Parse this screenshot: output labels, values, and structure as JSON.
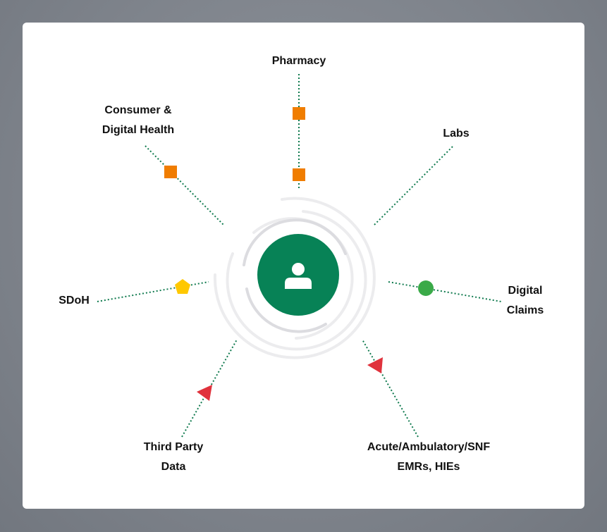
{
  "sources": [
    {
      "id": "pharmacy",
      "lines": [
        "Pharmacy"
      ]
    },
    {
      "id": "consumer-digital-health",
      "lines": [
        "Consumer &",
        "Digital Health"
      ]
    },
    {
      "id": "labs",
      "lines": [
        "Labs"
      ]
    },
    {
      "id": "sdoh",
      "lines": [
        "SDoH"
      ]
    },
    {
      "id": "digital-claims",
      "lines": [
        "Digital",
        "Claims"
      ]
    },
    {
      "id": "third-party-data",
      "lines": [
        "Third Party",
        "Data"
      ]
    },
    {
      "id": "acute-ambulatory-snf",
      "lines": [
        "Acute/Ambulatory/SNF",
        "EMRs, HIEs"
      ]
    }
  ],
  "colors": {
    "hub": "#078256",
    "connector": "#0f7a4e",
    "orange": "#f07d00",
    "yellow": "#ffc800",
    "green": "#3aaa48",
    "red": "#e0323c",
    "ring_light": "#ececee",
    "ring_dark": "#dcdce0"
  },
  "icons": {
    "hub": "person-icon",
    "square": "square-marker-icon",
    "pentagon": "pentagon-marker-icon",
    "circle": "circle-marker-icon",
    "triangle": "triangle-marker-icon"
  }
}
